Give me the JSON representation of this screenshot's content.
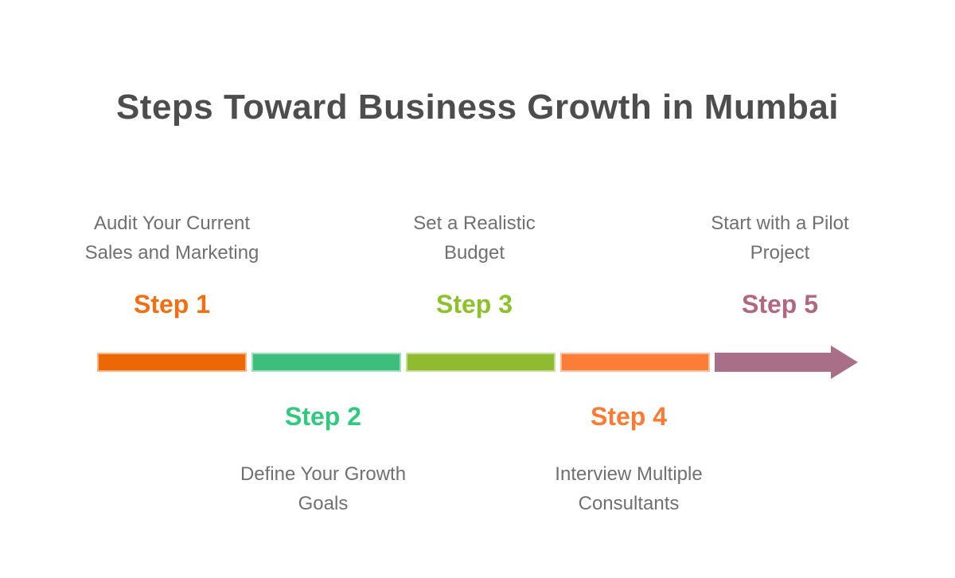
{
  "title": "Steps Toward Business Growth in Mumbai",
  "colors": {
    "background": "#FFFFFF",
    "title_text": "#4D4D4D",
    "description_text": "#707070",
    "step1_accent": "#F26E10",
    "step2_accent": "#30C97E",
    "step3_accent": "#8CC12C",
    "step4_accent": "#FB7B35",
    "step5_accent": "#B26780",
    "segment1": "#EC6807",
    "segment2": "#3EBE7C",
    "segment3": "#90BB30",
    "segment4": "#FC7D37",
    "segment5": "#A96F88"
  },
  "steps": [
    {
      "step_label": "Step 1",
      "label_color": "#F26E10",
      "bar_color": "#EC6807",
      "description_lines": [
        "Audit Your Current",
        "Sales and Marketing"
      ]
    },
    {
      "step_label": "Step 2",
      "label_color": "#30C97E",
      "bar_color": "#3EBE7C",
      "description_lines": [
        "Define Your Growth",
        "Goals"
      ]
    },
    {
      "step_label": "Step 3",
      "label_color": "#8CC12C",
      "bar_color": "#90BB30",
      "description_lines": [
        "Set a Realistic",
        "Budget"
      ]
    },
    {
      "step_label": "Step 4",
      "label_color": "#FB7B35",
      "bar_color": "#FC7D37",
      "description_lines": [
        "Interview Multiple",
        "Consultants"
      ]
    },
    {
      "step_label": "Step 5",
      "label_color": "#B26780",
      "bar_color": "#A96F88",
      "description_lines": [
        "Start with a Pilot",
        "Project"
      ]
    }
  ]
}
